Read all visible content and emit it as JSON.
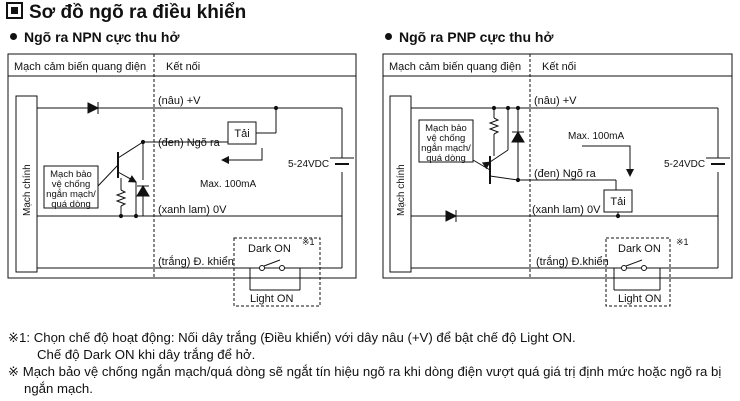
{
  "title": "Sơ đồ ngõ ra điều khiển",
  "npn": {
    "heading": "Ngõ ra NPN cực thu hở",
    "col_left": "Mạch cảm biến quang điện",
    "col_right": "Kết nối",
    "main_circuit": "Mạch chính",
    "protect": [
      "Mạch bảo",
      "vệ chống",
      "ngắn mạch/",
      "quá dòng"
    ],
    "w_brown": "(nâu) +V",
    "w_black": "(đen) Ngõ ra",
    "w_blue": "(xanh lam) 0V",
    "w_white": "(trắng) Đ. khiển",
    "load": "Tải",
    "supply": "5-24VDC",
    "max_current": "Max. 100mA",
    "dark_on": "Dark ON",
    "light_on": "Light ON",
    "note_mark": "※1"
  },
  "pnp": {
    "heading": "Ngõ ra PNP cực thu hở",
    "col_left": "Mạch cảm biến quang điện",
    "col_right": "Kết nối",
    "main_circuit": "Mạch chính",
    "protect": [
      "Mạch bảo",
      "vệ chống",
      "ngắn mạch/",
      "quá dòng"
    ],
    "w_brown": "(nâu) +V",
    "w_black": "(đen) Ngõ ra",
    "w_blue": "(xanh lam) 0V",
    "w_white": "(trắng) Đ.khiển",
    "load": "Tải",
    "supply": "5-24VDC",
    "max_current": "Max. 100mA",
    "dark_on": "Dark ON",
    "light_on": "Light ON",
    "note_mark": "※1"
  },
  "notes": {
    "n1_line1": "※1: Chọn chế độ hoạt động: Nối dây trắng (Điều khiển) với dây nâu (+V) để bật chế độ Light ON.",
    "n1_line2": "Chế độ Dark ON khi dây trắng để hở.",
    "n2_line1": "※ Mạch bảo vệ chống ngắn mạch/quá dòng sẽ ngắt tín hiệu ngõ ra khi dòng điện vượt quá giá trị định mức hoặc ngõ ra bị",
    "n2_line2": "ngắn mạch."
  }
}
